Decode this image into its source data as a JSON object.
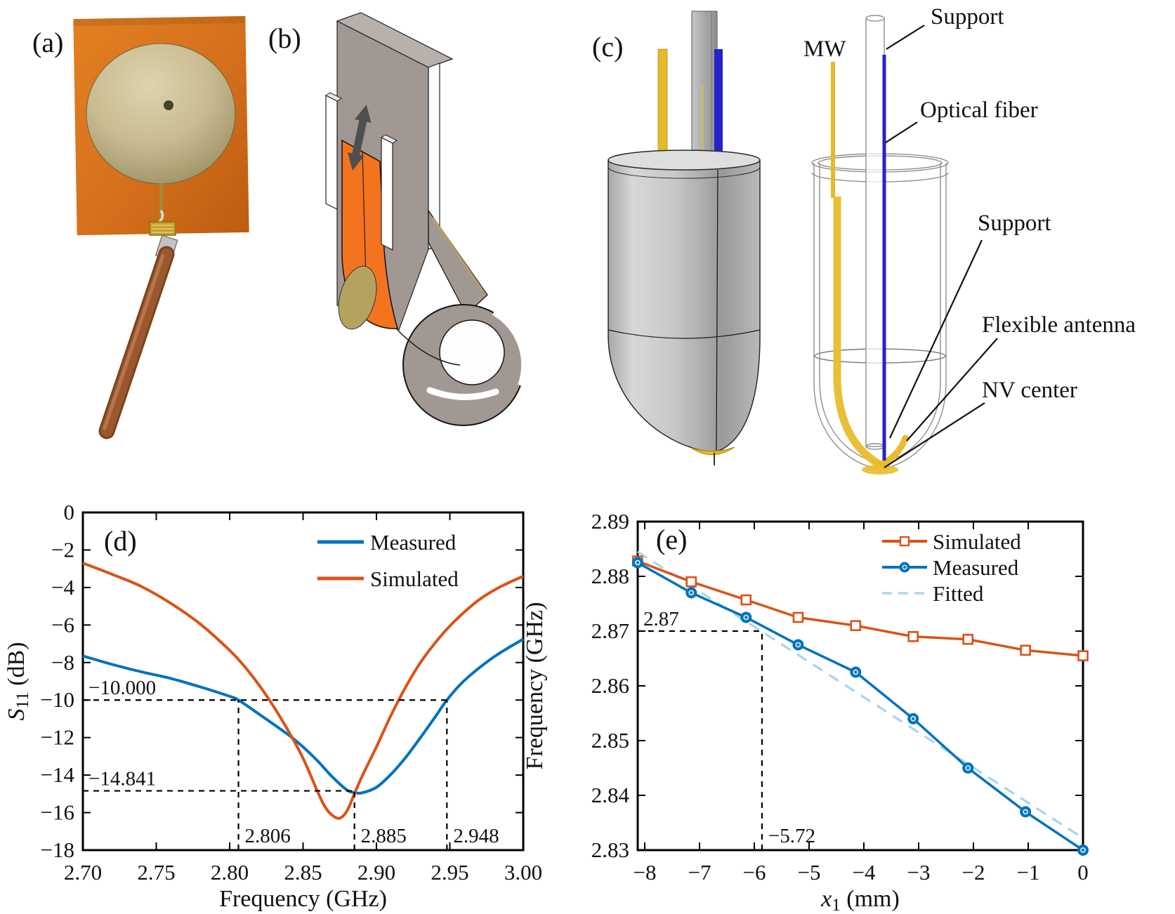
{
  "figure": {
    "panel_labels": {
      "a": "(a)",
      "b": "(b)",
      "c": "(c)",
      "d": "(d)",
      "e": "(e)"
    },
    "panel_c_labels": {
      "mw": "MW",
      "support_top": "Support",
      "optical_fiber": "Optical fiber",
      "support_mid": "Support",
      "flexible_antenna": "Flexible antenna",
      "nv_center": "NV center"
    }
  },
  "colors": {
    "measured_blue": "#0072BD",
    "simulated_orange": "#D95319",
    "fitted_light_blue": "#A8D4EC",
    "annotation_black": "#000000",
    "photo_board_orange": "#d4701c",
    "photo_disc_brass": "#c9bc92",
    "cad_gray": "#a19893",
    "cad_patch_orange": "#f4731f",
    "cad_olive": "#b3a35f",
    "probe_yellow": "#e3ba2a",
    "fiber_blue": "#2424c8"
  },
  "chart_data": [
    {
      "id": "d",
      "panel_label": "(d)",
      "type": "line",
      "xlabel": "Frequency (GHz)",
      "ylabel": "S11 (dB)",
      "ylabel_parts": {
        "main": "S",
        "sub": "11",
        "rest": " (dB)"
      },
      "xlim": [
        2.7,
        3.0
      ],
      "ylim": [
        -18,
        0
      ],
      "grid": false,
      "legend_position": "top-right",
      "xticks": [
        2.7,
        2.75,
        2.8,
        2.85,
        2.9,
        2.95,
        3.0
      ],
      "xtick_labels": [
        "2.70",
        "2.75",
        "2.80",
        "2.85",
        "2.90",
        "2.95",
        "3.00"
      ],
      "yticks": [
        0,
        -2,
        -4,
        -6,
        -8,
        -10,
        -12,
        -14,
        -16,
        -18
      ],
      "ytick_labels": [
        "0",
        "−2",
        "−4",
        "−6",
        "−8",
        "−10",
        "−12",
        "−14",
        "−16",
        "−18"
      ],
      "series": [
        {
          "name": "Measured",
          "color": "#0072BD",
          "line": "solid",
          "marker": "none",
          "x": [
            2.7,
            2.72,
            2.74,
            2.76,
            2.78,
            2.8,
            2.806,
            2.82,
            2.84,
            2.85,
            2.86,
            2.87,
            2.88,
            2.885,
            2.89,
            2.9,
            2.91,
            2.92,
            2.93,
            2.94,
            2.948,
            2.96,
            2.98,
            3.0
          ],
          "y": [
            -7.65,
            -8.1,
            -8.5,
            -8.85,
            -9.3,
            -9.8,
            -10.0,
            -10.75,
            -11.85,
            -12.5,
            -13.25,
            -14.1,
            -14.8,
            -14.93,
            -14.95,
            -14.65,
            -13.95,
            -13.05,
            -12.0,
            -10.9,
            -10.0,
            -8.95,
            -7.7,
            -6.75
          ]
        },
        {
          "name": "Simulated",
          "color": "#D95319",
          "line": "solid",
          "marker": "none",
          "x": [
            2.7,
            2.72,
            2.74,
            2.76,
            2.78,
            2.8,
            2.81,
            2.82,
            2.83,
            2.84,
            2.85,
            2.86,
            2.865,
            2.87,
            2.875,
            2.88,
            2.885,
            2.89,
            2.9,
            2.91,
            2.92,
            2.93,
            2.94,
            2.95,
            2.96,
            2.97,
            2.98,
            2.99,
            3.0
          ],
          "y": [
            -2.7,
            -3.3,
            -3.95,
            -4.85,
            -5.95,
            -7.35,
            -8.2,
            -9.2,
            -10.35,
            -11.65,
            -13.1,
            -14.9,
            -15.7,
            -16.15,
            -16.3,
            -15.9,
            -15.0,
            -14.1,
            -12.5,
            -10.8,
            -9.3,
            -8.0,
            -6.95,
            -6.05,
            -5.3,
            -4.65,
            -4.15,
            -3.75,
            -3.4
          ]
        }
      ],
      "annotations": {
        "hlines": [
          {
            "y": -10.0,
            "x_from": 2.7,
            "x_to": 2.948,
            "label": "−10.000"
          },
          {
            "y": -14.841,
            "x_from": 2.7,
            "x_to": 2.885,
            "label": "−14.841"
          }
        ],
        "vlines": [
          {
            "x": 2.806,
            "y_from": -18,
            "y_to": -10.0,
            "label": "2.806"
          },
          {
            "x": 2.885,
            "y_from": -18,
            "y_to": -14.841,
            "label": "2.885"
          },
          {
            "x": 2.948,
            "y_from": -18,
            "y_to": -10.0,
            "label": "2.948"
          }
        ]
      }
    },
    {
      "id": "e",
      "panel_label": "(e)",
      "type": "line-scatter",
      "xlabel": "x1 (mm)",
      "xlabel_parts": {
        "main": "x",
        "sub": "1",
        "rest": " (mm)"
      },
      "ylabel": "Frequency (GHz)",
      "xlim": [
        -8.13,
        0
      ],
      "ylim": [
        2.83,
        2.89
      ],
      "grid": false,
      "legend_position": "top-right",
      "xticks": [
        -8,
        -7,
        -6,
        -5,
        -4,
        -3,
        -2,
        -1,
        0
      ],
      "xtick_labels": [
        "−8",
        "−7",
        "−6",
        "−5",
        "−4",
        "−3",
        "−2",
        "−1",
        "0"
      ],
      "yticks": [
        2.83,
        2.84,
        2.85,
        2.86,
        2.87,
        2.88,
        2.89
      ],
      "ytick_labels": [
        "2.83",
        "2.84",
        "2.85",
        "2.86",
        "2.87",
        "2.88",
        "2.89"
      ],
      "series": [
        {
          "name": "Simulated",
          "color": "#D95319",
          "line": "solid",
          "marker": "square",
          "x": [
            -8.13,
            -7.15,
            -6.15,
            -5.2,
            -4.15,
            -3.1,
            -2.1,
            -1.05,
            0
          ],
          "y": [
            2.8828,
            2.879,
            2.8757,
            2.8725,
            2.871,
            2.869,
            2.8685,
            2.8665,
            2.8655
          ]
        },
        {
          "name": "Measured",
          "color": "#0072BD",
          "line": "solid",
          "marker": "circle",
          "x": [
            -8.13,
            -7.15,
            -6.15,
            -5.2,
            -4.15,
            -3.1,
            -2.1,
            -1.05,
            0
          ],
          "y": [
            2.8825,
            2.877,
            2.8725,
            2.8675,
            2.8625,
            2.854,
            2.845,
            2.837,
            2.83
          ]
        },
        {
          "name": "Fitted",
          "color": "#A8D4EC",
          "line": "dashed",
          "marker": "none",
          "x": [
            -8.13,
            0
          ],
          "y": [
            2.8845,
            2.8322
          ]
        }
      ],
      "annotations": {
        "hlines": [
          {
            "y": 2.87,
            "x_from": -8.13,
            "x_to": -5.86,
            "label": "2.87"
          }
        ],
        "vlines": [
          {
            "x": -5.86,
            "y_from": 2.83,
            "y_to": 2.87,
            "label": "−5.72"
          }
        ]
      }
    }
  ]
}
